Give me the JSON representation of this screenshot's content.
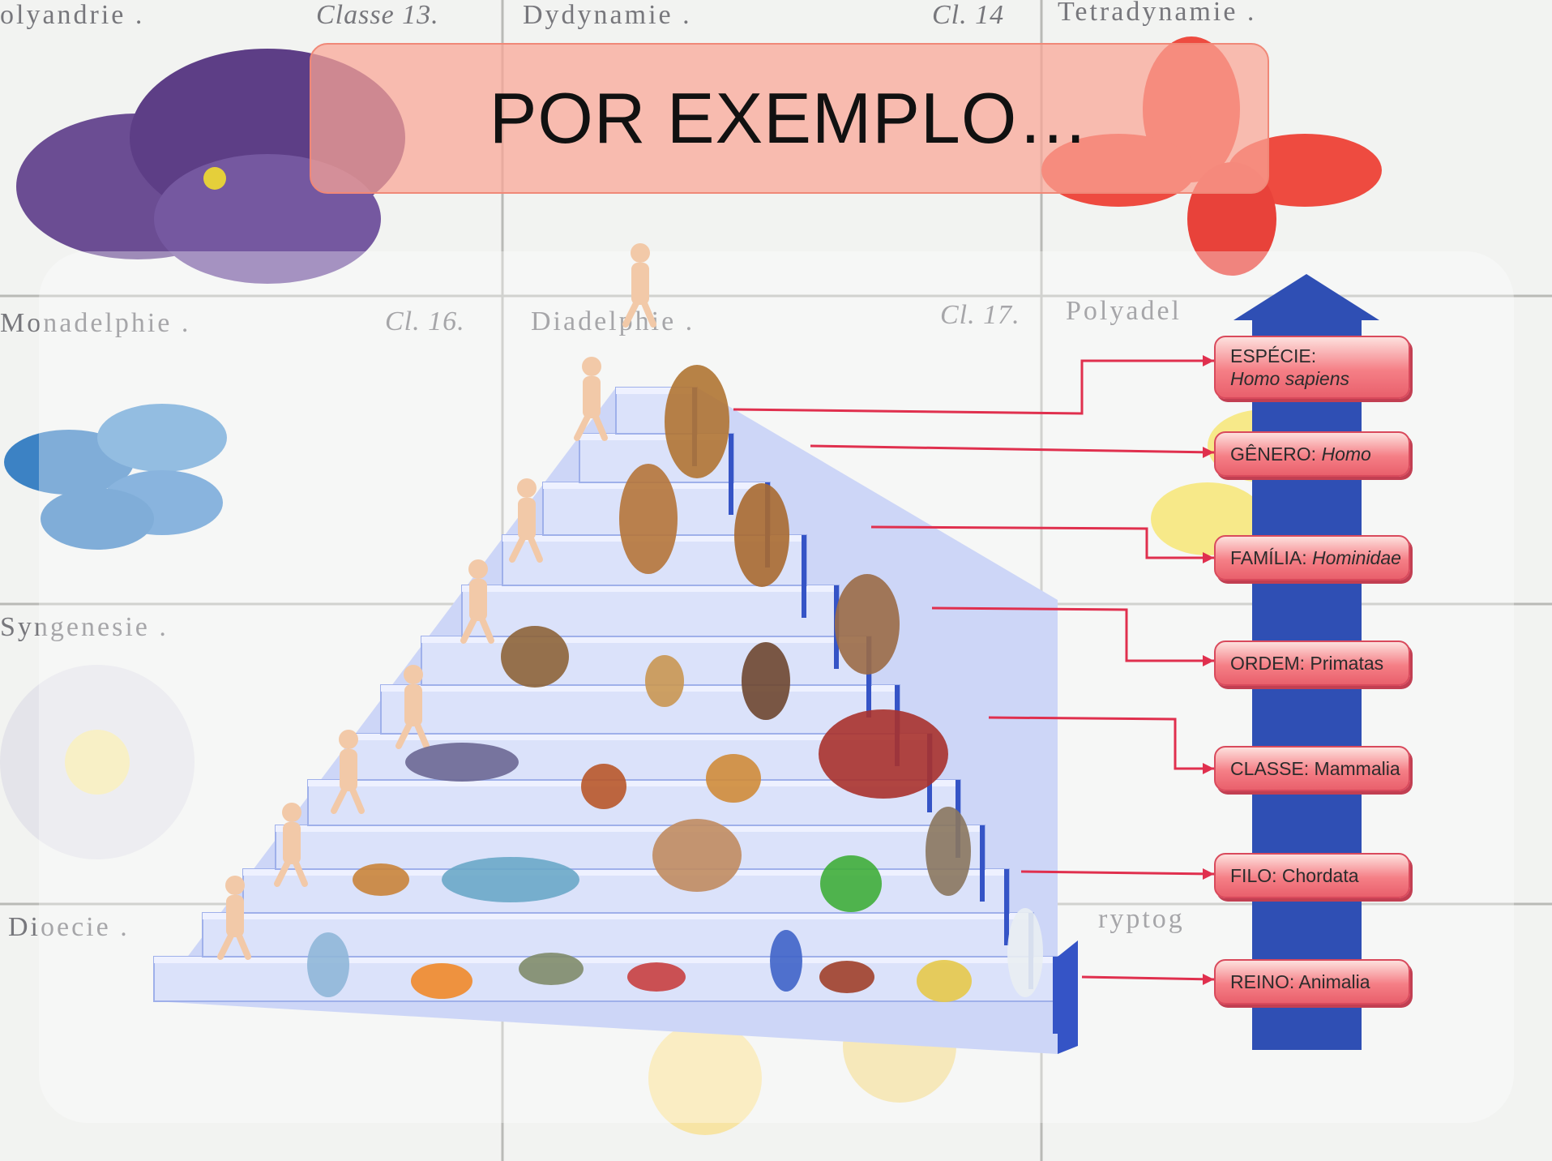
{
  "slide": {
    "title": "POR EXEMPLO…"
  },
  "background": {
    "labels": [
      {
        "text": "olyandrie .",
        "style": "plain"
      },
      {
        "text": "Classe 13.",
        "style": "italic"
      },
      {
        "text": "Dydynamie .",
        "style": "plain"
      },
      {
        "text": "Cl. 14",
        "style": "italic"
      },
      {
        "text": "Tetradynamie .",
        "style": "plain"
      },
      {
        "text": "Monadelphie .",
        "style": "plain"
      },
      {
        "text": "Cl. 16.",
        "style": "italic"
      },
      {
        "text": "Diadelphie .",
        "style": "plain"
      },
      {
        "text": "Cl. 17.",
        "style": "italic"
      },
      {
        "text": "Polyadel",
        "style": "plain"
      },
      {
        "text": "Syngenesie .",
        "style": "plain"
      },
      {
        "text": "Dioecie .",
        "style": "plain"
      },
      {
        "text": "ryptog",
        "style": "plain"
      }
    ]
  },
  "diagram": {
    "arrow_color": "#2f4fb4",
    "stair_color": "#cdd6f7",
    "connector_color": "#e0304e",
    "ranks": [
      {
        "label": "ESPÉCIE:",
        "name": "Homo sapiens"
      },
      {
        "label": "GÊNERO:",
        "name": "Homo"
      },
      {
        "label": "FAMÍLIA:",
        "name": "Hominidae"
      },
      {
        "label": "ORDEM:",
        "name": "Primatas"
      },
      {
        "label": "CLASSE:",
        "name": "Mammalia"
      },
      {
        "label": "FILO:",
        "name": "Chordata"
      },
      {
        "label": "REINO:",
        "name": "Animalia"
      }
    ]
  }
}
